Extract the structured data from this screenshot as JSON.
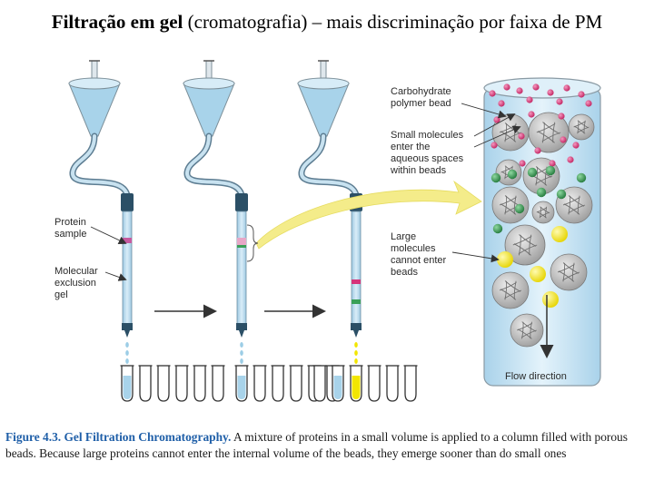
{
  "title": {
    "bold": "Filtração em gel",
    "rest": " (cromatografia) – mais discriminação por faixa de PM"
  },
  "labels": {
    "protein_sample": [
      "Protein",
      "sample"
    ],
    "molecular_exclusion_gel": [
      "Molecular",
      "exclusion",
      "gel"
    ],
    "carbohydrate_polymer_bead": [
      "Carbohydrate",
      "polymer bead"
    ],
    "small_molecules": [
      "Small molecules",
      "enter the",
      "aqueous spaces",
      "within beads"
    ],
    "large_molecules": [
      "Large",
      "molecules",
      "cannot enter",
      "beads"
    ],
    "flow_direction": "Flow direction"
  },
  "caption": {
    "heading": "Figure 4.3. Gel Filtration Chromatography.",
    "body": " A mixture of proteins in a small volume is applied to a column filled with porous beads. Because large proteins cannot enter the internal volume of the beads, they emerge sooner than do small ones"
  },
  "colors": {
    "liquid": "#a8d3ea",
    "tube_glass": "#c8e2f0",
    "column_cap": "#2b4f66",
    "small_molecule": "#d6337a",
    "medium_molecule": "#3aa058",
    "large_molecule": "#f2e600",
    "bead": "#b9b9b9",
    "arrow_yellow": "#f4ec8a",
    "caption_heading": "#1f5fa8"
  }
}
